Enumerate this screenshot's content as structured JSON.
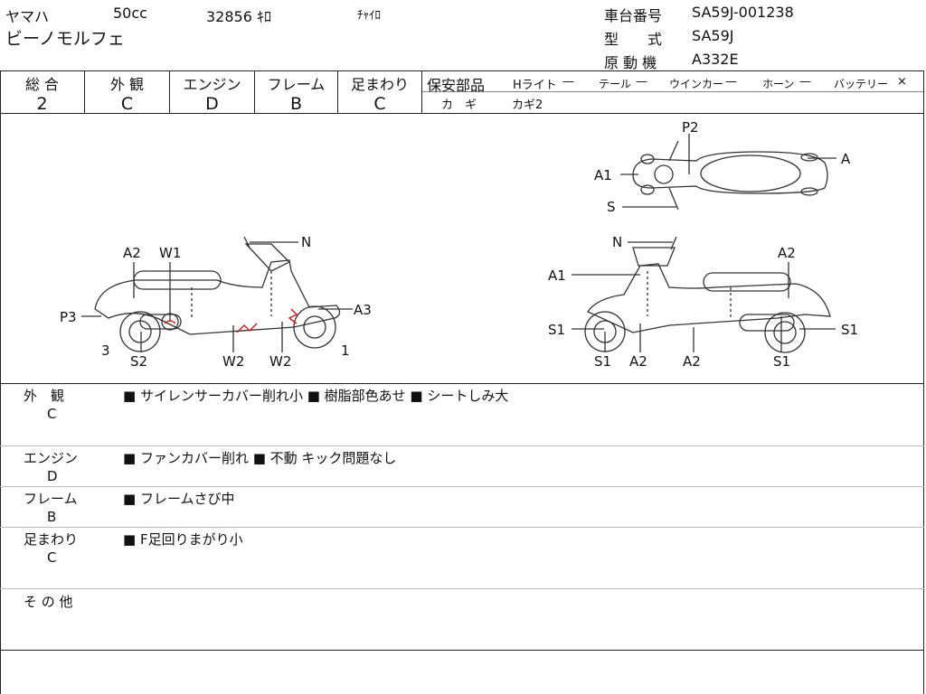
{
  "header": {
    "maker": "ヤマハ",
    "displacement": "50cc",
    "mileage": "32856 ｷﾛ",
    "color": "ﾁｬｲﾛ",
    "model_name": "ビーノモルフェ",
    "frame_label": "車台番号",
    "frame_number": "SA59J-001238",
    "type_label": "型　　式",
    "type_value": "SA59J",
    "engine_label": "原 動 機",
    "engine_value": "A332E"
  },
  "grades": [
    {
      "label": "総 合",
      "value": "2"
    },
    {
      "label": "外 観",
      "value": "C"
    },
    {
      "label": "エンジン",
      "value": "D"
    },
    {
      "label": "フレーム",
      "value": "B"
    },
    {
      "label": "足まわり",
      "value": "C"
    }
  ],
  "safety": {
    "title": "保安部品",
    "items": [
      {
        "name": "Hライト",
        "value": "—"
      },
      {
        "name": "テール",
        "value": "—"
      },
      {
        "name": "ウインカー",
        "value": "—"
      },
      {
        "name": "ホーン",
        "value": "—"
      },
      {
        "name": "バッテリー",
        "value": "×"
      }
    ],
    "key_label": "カ　ギ",
    "key_value": "カギ2"
  },
  "diagram_labels": {
    "top": [
      "P2",
      "A1",
      "S",
      "A"
    ],
    "left": [
      "A2",
      "W1",
      "N",
      "P3",
      "A3",
      "3",
      "S2",
      "W2",
      "W2",
      "1"
    ],
    "right": [
      "N",
      "A2",
      "A1",
      "S1",
      "S1",
      "S1",
      "A2",
      "A2",
      "S1"
    ]
  },
  "notes": [
    {
      "category": "外　観",
      "grade": "C",
      "text": "■ サイレンサーカバー削れ小 ■ 樹脂部色あせ ■ シートしみ大"
    },
    {
      "category": "エンジン",
      "grade": "D",
      "text": "■ ファンカバー削れ ■ 不動 キック問題なし"
    },
    {
      "category": "フレーム",
      "grade": "B",
      "text": "■ フレームさび中"
    },
    {
      "category": "足まわり",
      "grade": "C",
      "text": "■ F足回りまがり小"
    },
    {
      "category": "そ の 他",
      "grade": "",
      "text": ""
    }
  ]
}
